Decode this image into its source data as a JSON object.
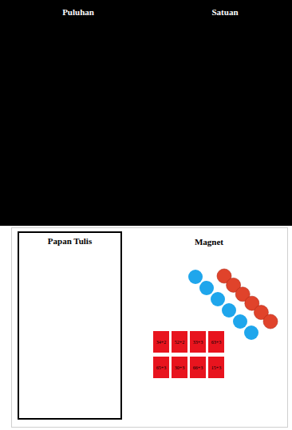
{
  "diagram": {
    "nodes": [
      {
        "text": [
          "Papan Tulis"
        ]
      },
      {
        "text": [
          "34+2"
        ]
      },
      {
        "text": [
          "52+2"
        ]
      },
      {
        "text": [
          "33+3"
        ]
      },
      {
        "text": [
          "63+3"
        ]
      },
      {
        "text": [
          "65+3"
        ]
      },
      {
        "text": [
          "30+3"
        ]
      },
      {
        "text": [
          "66+3"
        ]
      },
      {
        "text": [
          "15+3"
        ]
      }
    ],
    "labels": [
      "Puluhan",
      "Satuan",
      "Magnet"
    ]
  }
}
